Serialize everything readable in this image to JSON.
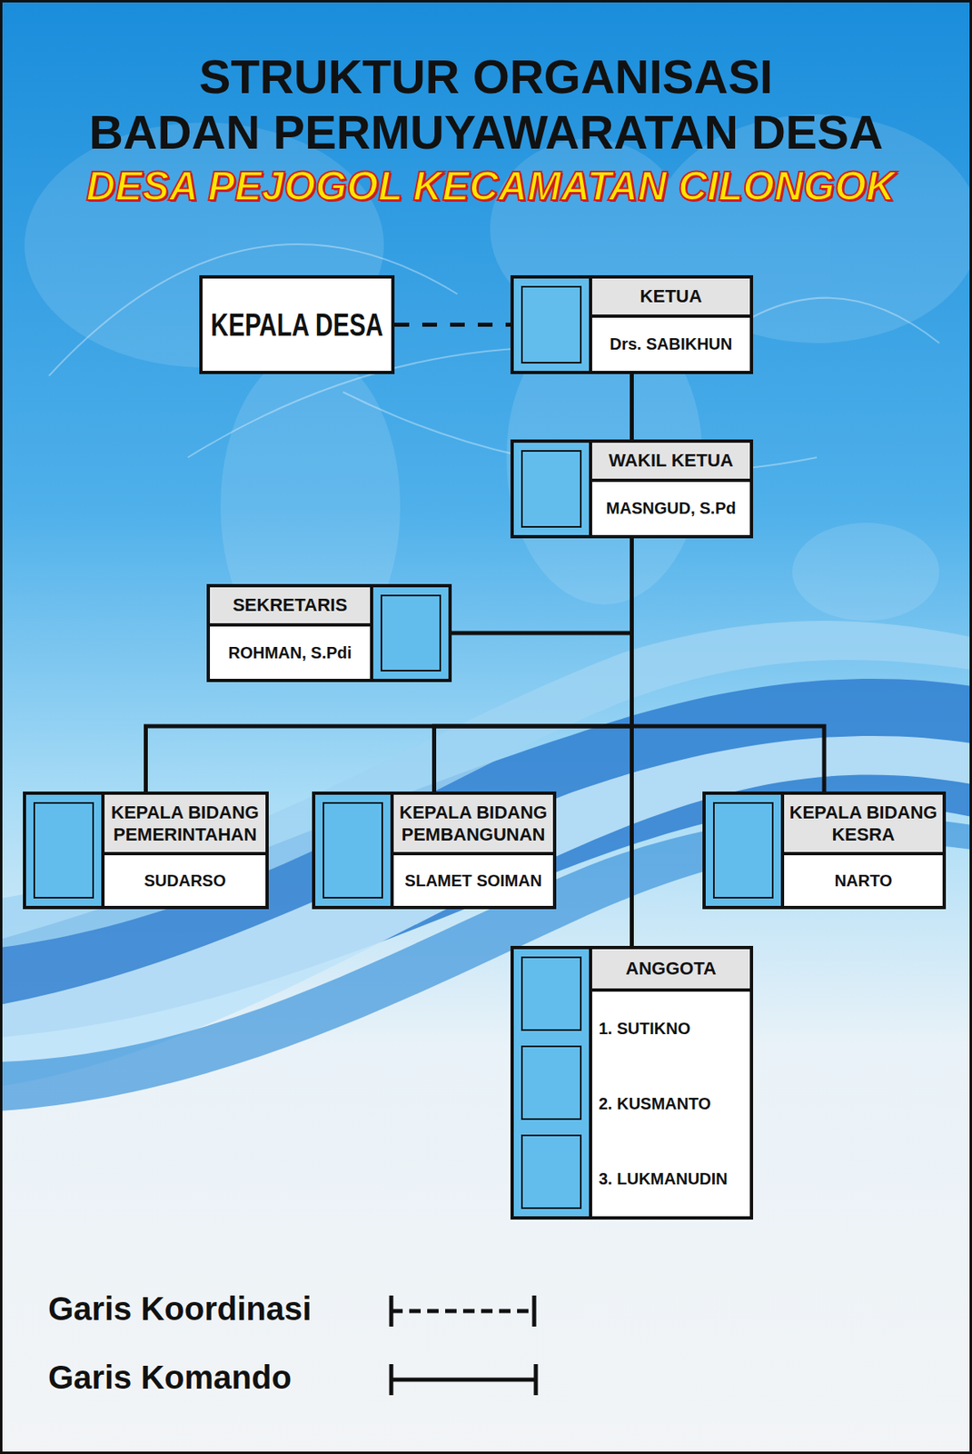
{
  "diagram": {
    "title": "STRUKTUR ORGANISASI",
    "nodes": [
      {
        "text": [
          "KEPALA DESA"
        ]
      },
      {
        "text": [
          "KETUA",
          "Drs. SABIKHUN"
        ]
      },
      {
        "text": [
          "WAKIL KETUA",
          "MASNGUD, S.Pd"
        ]
      },
      {
        "text": [
          "SEKRETARIS",
          "ROHMAN, S.Pdi"
        ]
      },
      {
        "text": [
          "KEPALA BIDANG PEMERINTAHAN",
          "SUDARSO"
        ]
      },
      {
        "text": [
          "KEPALA BIDANG PEMBANGUNAN",
          "SLAMET SOIMAN"
        ]
      },
      {
        "text": [
          "KEPALA BIDANG KESRA",
          "NARTO"
        ]
      },
      {
        "text": [
          "ANGGOTA",
          "1. SUTIKNO",
          "2. KUSMANTO",
          "3. LUKMANUDIN"
        ]
      }
    ],
    "edges": [
      {
        "from": 0,
        "to": 1,
        "arrow": "none"
      },
      {
        "from": 1,
        "to": 2,
        "arrow": "none"
      },
      {
        "from": 2,
        "to": 3,
        "arrow": "none"
      },
      {
        "from": 2,
        "to": 4,
        "arrow": "none"
      },
      {
        "from": 2,
        "to": 5,
        "arrow": "none"
      },
      {
        "from": 2,
        "to": 6,
        "arrow": "none"
      },
      {
        "from": 2,
        "to": 7,
        "arrow": "none"
      }
    ],
    "labels": [
      "BADAN PERMUYAWARATAN DESA",
      "DESA PEJOGOL KECAMATAN CILONGOK"
    ],
    "legend": [
      {
        "text": "Garis Koordinasi"
      },
      {
        "text": "Garis Komando"
      }
    ]
  }
}
